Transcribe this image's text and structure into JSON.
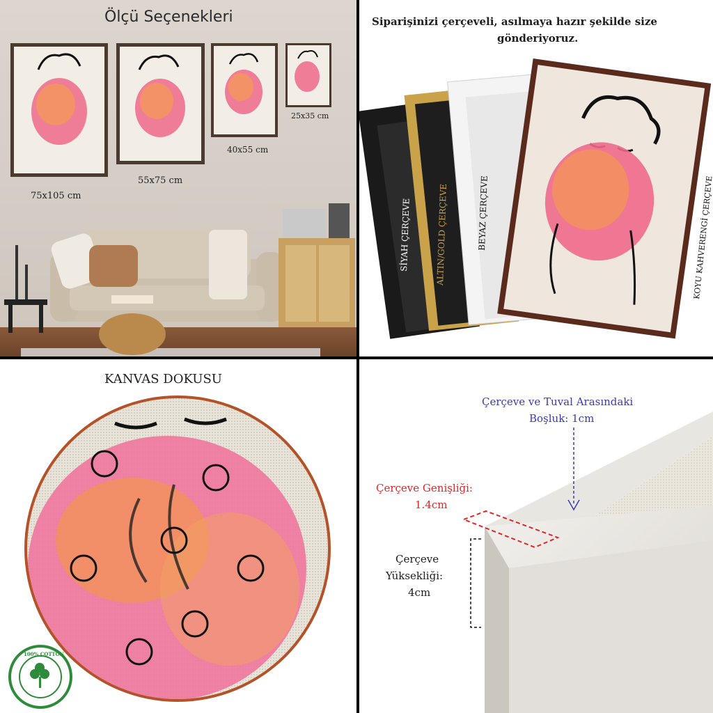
{
  "size_options": {
    "title": "Ölçü Seçenekleri",
    "sizes": [
      "75x105 cm",
      "55x75 cm",
      "40x55 cm",
      "25x35 cm"
    ]
  },
  "frames": {
    "heading_line1": "Siparişinizi çerçeveli, asılmaya hazır şekilde size",
    "heading_line2": "gönderiyoruz.",
    "frame_labels": [
      "SİYAH ÇERÇEVE",
      "ALTIN/GOLD ÇERÇEVE",
      "BEYAZ ÇERÇEVE",
      "KOYU KAHVERENGİ ÇERÇEVE"
    ]
  },
  "canvas": {
    "title": "KANVAS DOKUSU",
    "badge_text": "100% COTTON"
  },
  "dimensions": {
    "gap_label_line1": "Çerçeve ve Tuval Arasındaki",
    "gap_label_line2": "Boşluk: 1cm",
    "width_label_line1": "Çerçeve Genişliği:",
    "width_label_line2": "1.4cm",
    "height_label_line1": "Çerçeve",
    "height_label_line2": "Yüksekliği:",
    "height_label_line3": "4cm"
  },
  "colors": {
    "blue_label": "#3b3bb3",
    "red_label": "#e0262a",
    "dark_label": "#1f1f1f",
    "cotton_green": "#2e8b3a"
  }
}
